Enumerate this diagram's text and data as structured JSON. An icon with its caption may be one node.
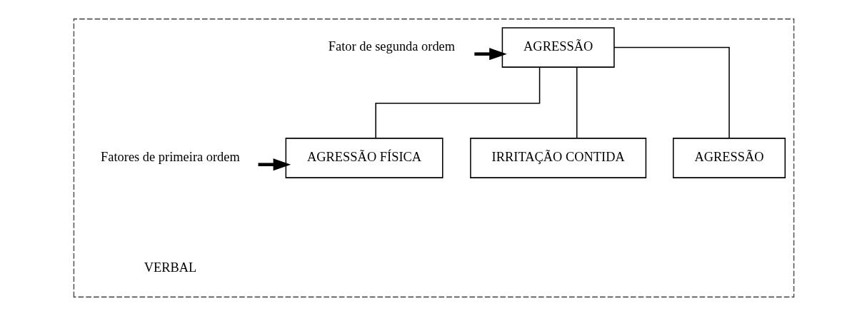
{
  "diagram": {
    "nodes": [
      {
        "text": [],
        "shape": "box"
      },
      {
        "text": [
          "Fator de segunda ordem"
        ],
        "in": 0
      },
      {
        "text": [
          "AGRESSÃO"
        ],
        "in": 0
      },
      {
        "text": [
          "Fatores de primeira ordem"
        ],
        "in": 0
      },
      {
        "text": [
          "AGRESSÃO FÍSICA"
        ],
        "in": 0
      },
      {
        "text": [
          "IRRITAÇÃO CONTIDA"
        ],
        "in": 0
      },
      {
        "text": [
          "AGRESSÃO"
        ],
        "in": 0
      }
    ],
    "edges": [
      {
        "from": 1,
        "to": 2,
        "arrow": "to",
        "style": "thick"
      },
      {
        "from": 2,
        "to": 4,
        "arrow": "none"
      },
      {
        "from": 2,
        "to": 5,
        "arrow": "none"
      },
      {
        "from": 2,
        "to": 6,
        "arrow": "none"
      },
      {
        "from": 3,
        "to": 4,
        "arrow": "to",
        "style": "thick"
      }
    ],
    "labels": [
      "VERBAL"
    ]
  }
}
